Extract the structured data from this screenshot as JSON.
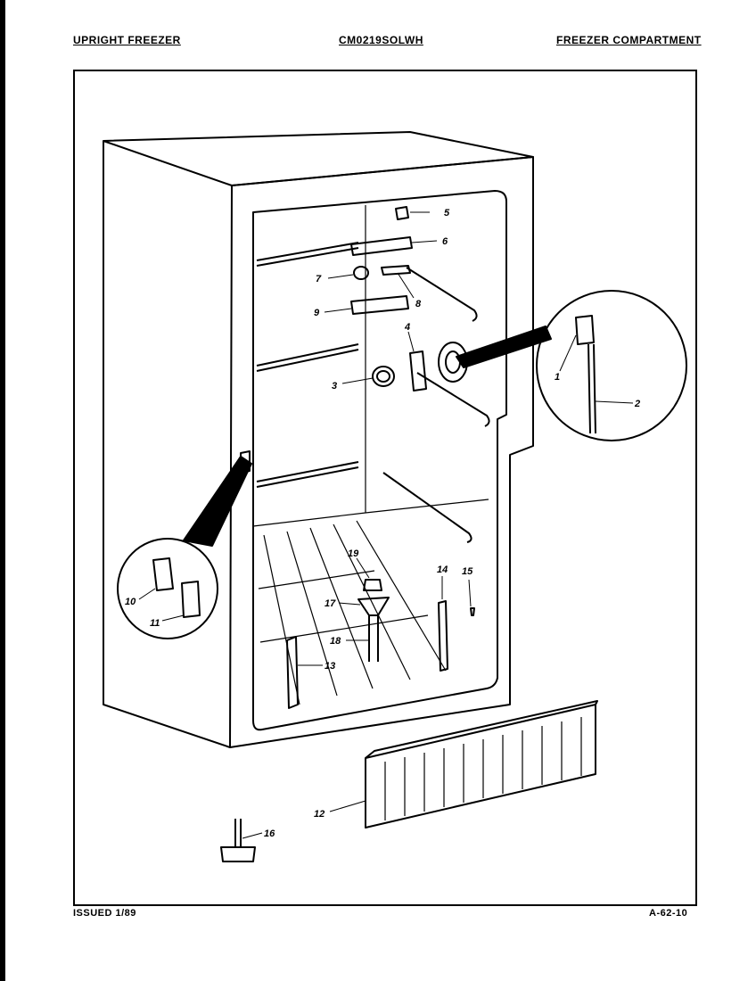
{
  "header": {
    "left": "UPRIGHT FREEZER",
    "center": "CM0219SOLWH",
    "right": "FREEZER COMPARTMENT"
  },
  "footer": {
    "left": "ISSUED 1/89",
    "right": "A-62-10"
  },
  "callouts": {
    "c1": "1",
    "c2": "2",
    "c3": "3",
    "c4": "4",
    "c5": "5",
    "c6": "6",
    "c7": "7",
    "c8": "8",
    "c9": "9",
    "c10": "10",
    "c11": "11",
    "c12": "12",
    "c13": "13",
    "c14": "14",
    "c15": "15",
    "c16": "16",
    "c17": "17",
    "c18": "18",
    "c19": "19"
  }
}
